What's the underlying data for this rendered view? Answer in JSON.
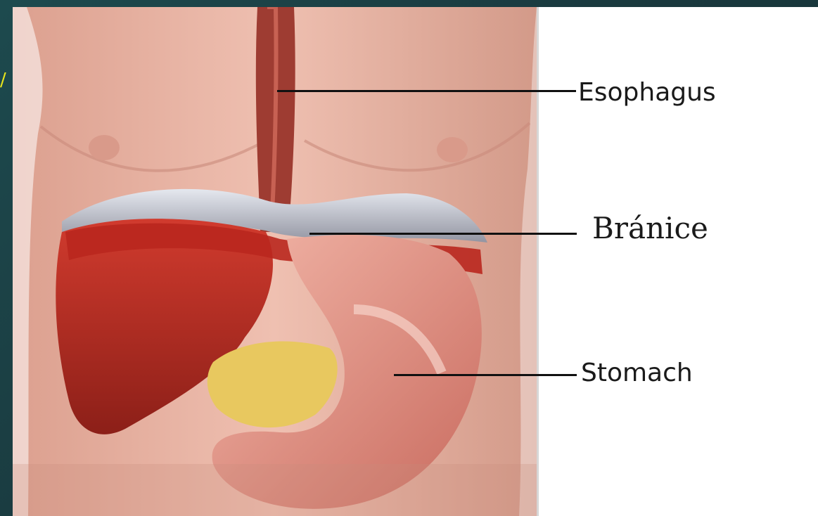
{
  "labels": {
    "esophagus": "Esophagus",
    "branice": "Bránice",
    "stomach": "Stomach"
  },
  "colors": {
    "background": "#1f3f43",
    "accent": "#e7e51c",
    "skin": "#e5b1a1",
    "liver": "#b9271e",
    "stomach": "#dd8e82",
    "esophagus": "#9e3c32",
    "diaphragm": "#c8ccd6",
    "pancreas": "#e8c85f"
  },
  "decorative_accent": "/"
}
